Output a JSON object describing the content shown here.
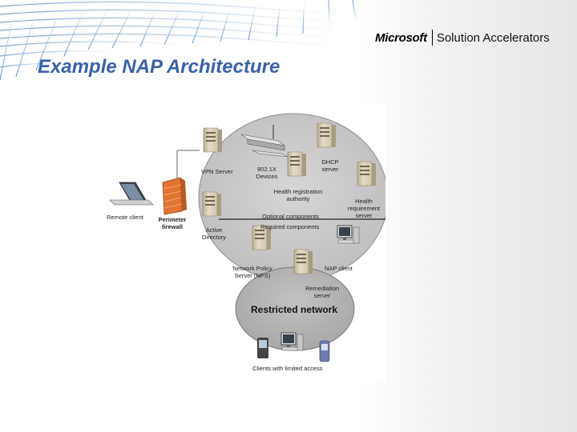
{
  "slide": {
    "title": "Example NAP Architecture",
    "logo": {
      "brand": "Microsoft",
      "product": "Solution Accelerators"
    }
  },
  "diagram": {
    "labels": {
      "vpn_server": "VPN Server",
      "devices_8021x": "802.1X Devices",
      "dhcp_server": "DHCP server",
      "health_registration_authority": "Health registration authority",
      "health_requirement_server": "Health requirement server",
      "remote_client": "Remote client",
      "perimeter_firewall": "Perimeter firewall",
      "active_directory": "Active Directory",
      "optional_components": "Optional components",
      "required_components": "Required components",
      "network_policy_server": "Network Policy Server (NPS)",
      "nap_client": "NAP client",
      "remediation_server": "Remediation server",
      "restricted_network": "Restricted network",
      "clients_limited_access": "Clients with limited access"
    }
  },
  "colors": {
    "title": "#3a62a8",
    "network_ellipse": "#c8c8c8",
    "restricted_ellipse": "#b3b3b3",
    "server_beige": "#ddd4bf",
    "firewall": "#d96b2a"
  }
}
